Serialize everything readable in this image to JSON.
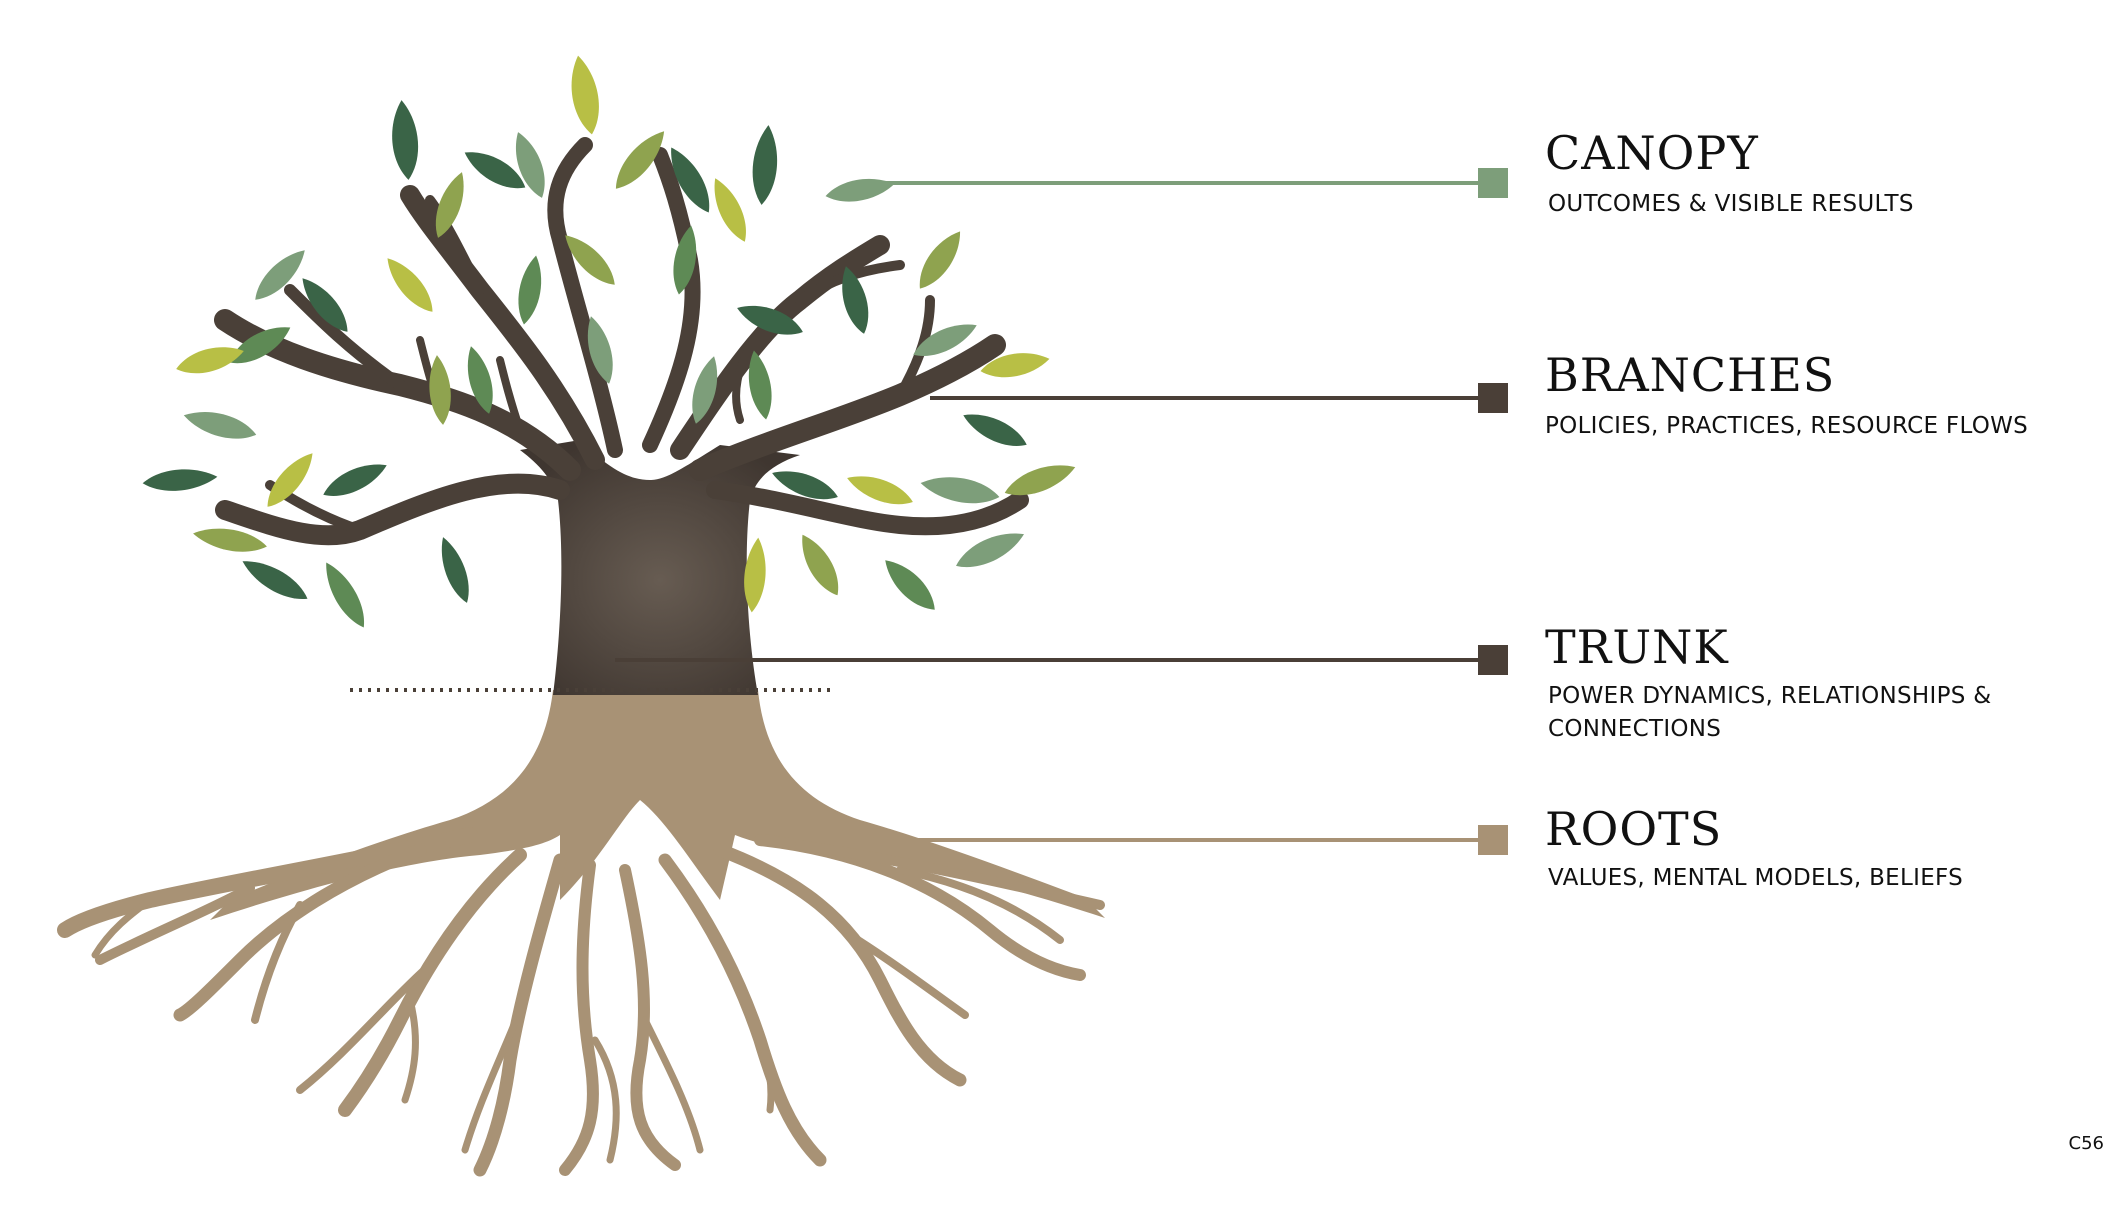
{
  "layers": [
    {
      "key": "canopy",
      "title": "CANOPY",
      "description": "OUTCOMES & VISIBLE RESULTS",
      "color": "#7d9e7a"
    },
    {
      "key": "branches",
      "title": "BRANCHES",
      "description": "POLICIES, PRACTICES, RESOURCE FLOWS",
      "color": "#4a3f37"
    },
    {
      "key": "trunk",
      "title": "TRUNK",
      "description": "POWER DYNAMICS, RELATIONSHIPS & CONNECTIONS",
      "color": "#4a3f37"
    },
    {
      "key": "roots",
      "title": "ROOTS",
      "description": "VALUES, MENTAL MODELS, BELIEFS",
      "color": "#a89275"
    }
  ],
  "page_code": "C56",
  "colors": {
    "trunk": "#4a4038",
    "roots": "#a89275",
    "leaf_dark": "#3a6447",
    "leaf_mid": "#5e8a55",
    "leaf_sage": "#7d9e7a",
    "leaf_olive": "#8fa34f",
    "leaf_lime": "#b8bf45",
    "ground_line": "#4a4038"
  }
}
